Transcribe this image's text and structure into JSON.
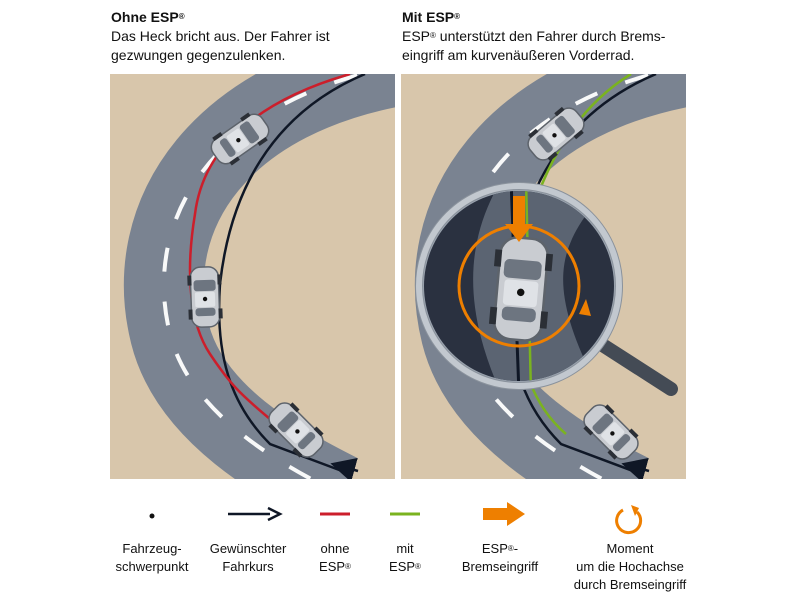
{
  "captions": {
    "left": {
      "title": "Ohne ESP",
      "reg": "®",
      "line1": "Das Heck bricht aus. Der Fahrer ist",
      "line2": "gezwungen gegenzulenken."
    },
    "right": {
      "title": "Mit ESP",
      "reg": "®",
      "line1_a": "ESP",
      "line1_b": " unterstützt den Fahrer durch Brems-",
      "line2": "eingriff am kurvenäußeren Vorderrad."
    }
  },
  "legend": {
    "schwerpunkt": "Fahrzeug-\nschwerpunkt",
    "fahrkurs": "Gewünschter\nFahrkurs",
    "ohne_a": "ohne",
    "ohne_b": "ESP",
    "mit_a": "mit",
    "mit_b": "ESP",
    "bremseingriff_a": "ESP",
    "bremseingriff_b": "-",
    "bremseingriff_c": "Bremseingriff",
    "moment": "Moment\num die Hochachse\ndurch Bremseingriff",
    "reg": "®"
  },
  "colors": {
    "sand": "#d8c6ab",
    "road": "#7a8391",
    "red_track": "#cc1e2b",
    "green_track": "#7ab31f",
    "orange": "#ee7f00",
    "course": "#0f1726"
  }
}
